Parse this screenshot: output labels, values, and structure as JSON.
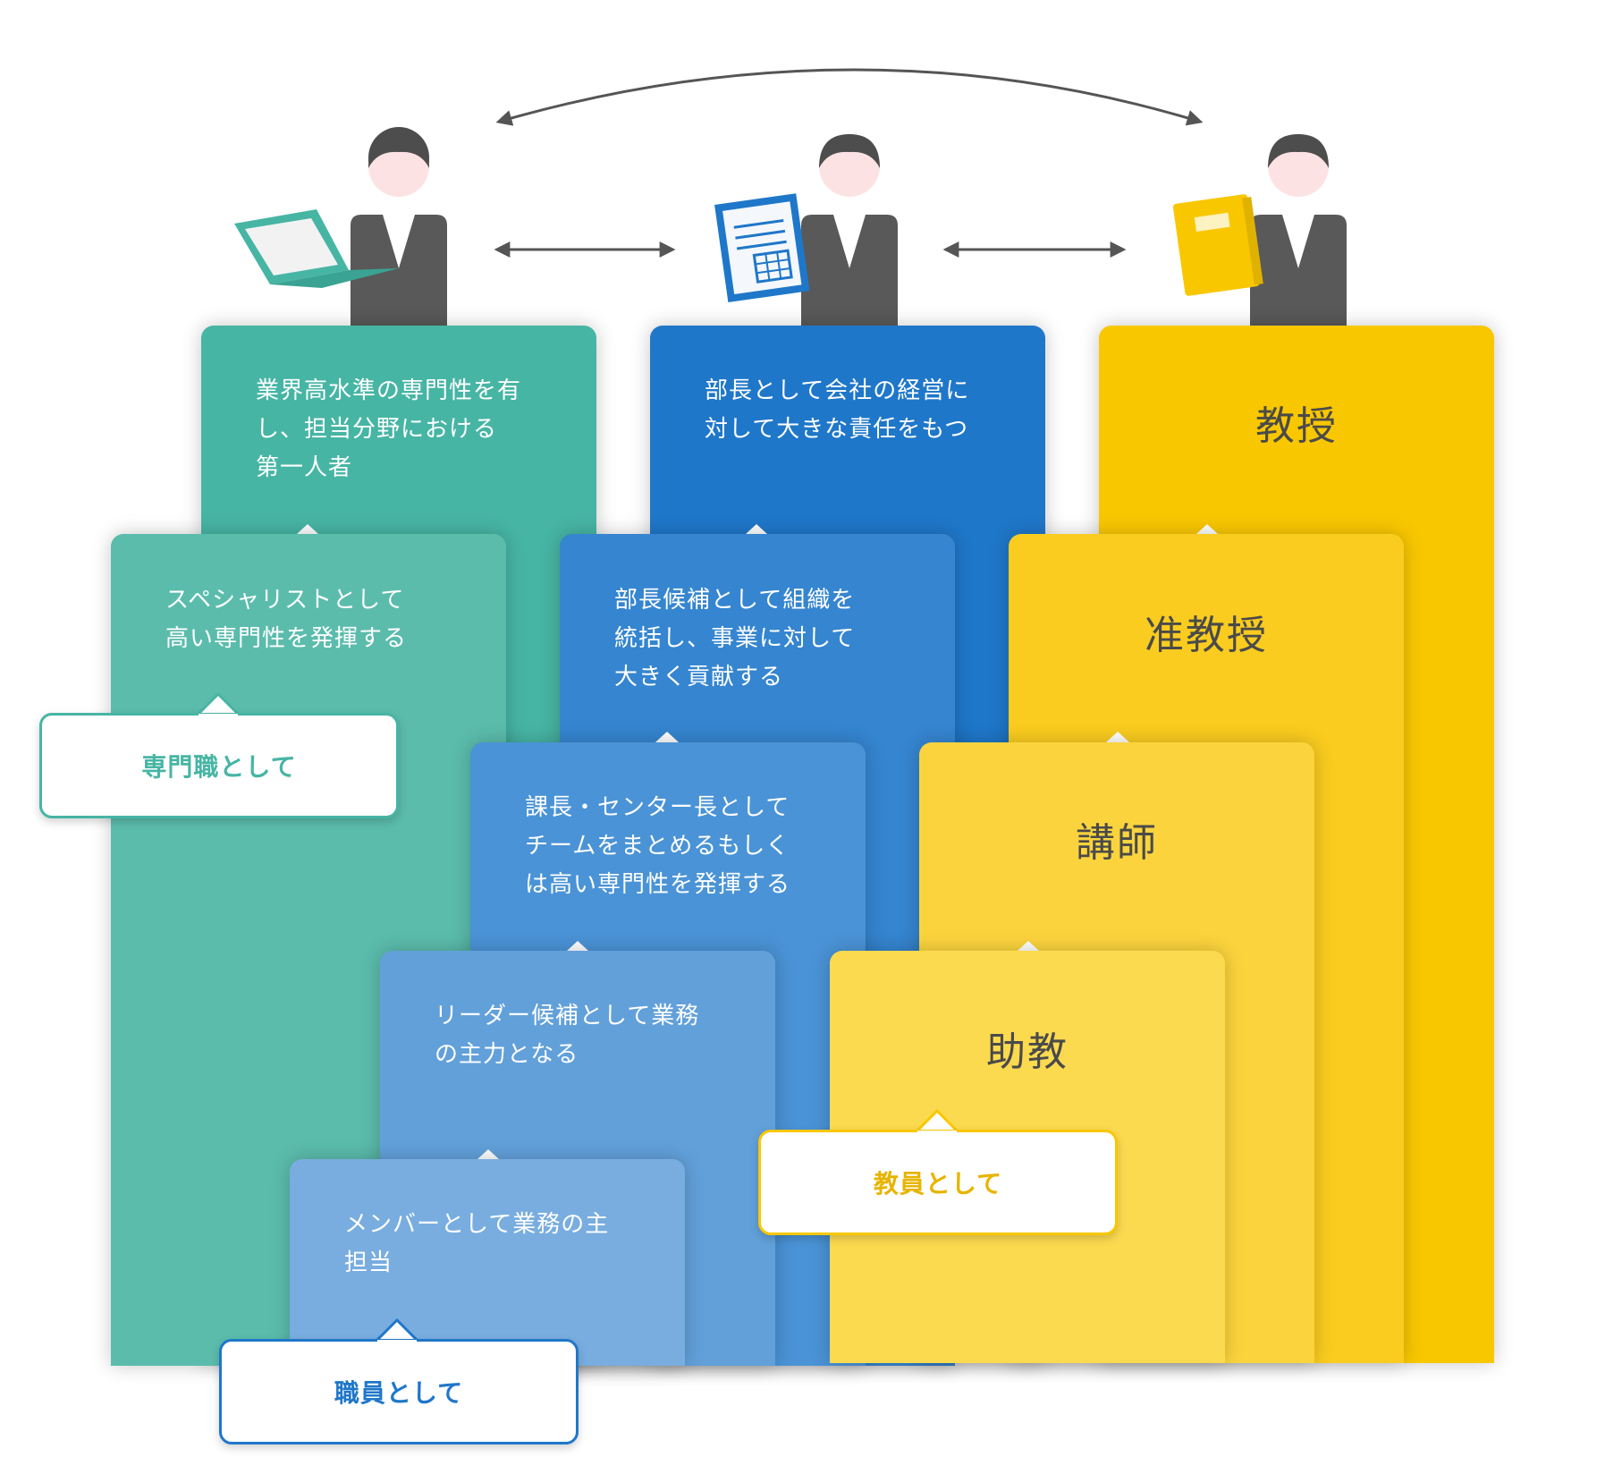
{
  "colors": {
    "teal_dark": "#47b5a4",
    "teal_light": "#5bbcac",
    "blue_1": "#1f77c9",
    "blue_2": "#3585d0",
    "blue_3": "#4a93d6",
    "blue_4": "#62a0da",
    "blue_5": "#79addf",
    "yellow_1": "#f9c700",
    "yellow_2": "#facc1f",
    "yellow_3": "#fbd43d",
    "yellow_4": "#fcda4f",
    "callout_teal": "#47b5a4",
    "callout_blue": "#1f77c9",
    "callout_yellow": "#f9c700",
    "suit": "#595959",
    "hair": "#4d4d4d",
    "face": "#fde2e4"
  },
  "specialist": {
    "top_description": "業界高水準の専門性を有\nし、担当分野における\n第一人者",
    "second_description": "スペシャリストとして\n高い専門性を発揮する",
    "callout_label": "専門職として"
  },
  "staff": {
    "level5_description": "部長として会社の経営に\n対して大きな責任をもつ",
    "level4_description": "部長候補として組織を\n統括し、事業に対して\n大きく貢献する",
    "level3_description": "課長・センター長として\nチームをまとめるもしく\nは高い専門性を発揮する",
    "level2_description": "リーダー候補として業務\nの主力となる",
    "level1_description": "メンバーとして業務の主\n担当",
    "callout_label": "職員として"
  },
  "faculty": {
    "rank4": "教授",
    "rank3": "准教授",
    "rank2": "講師",
    "rank1": "助教",
    "callout_label": "教員として"
  },
  "icons": {
    "specialist_item": "laptop-icon",
    "staff_item": "document-icon",
    "faculty_item": "book-icon",
    "person": "person-icon",
    "arrows": "double-arrow-icon"
  }
}
